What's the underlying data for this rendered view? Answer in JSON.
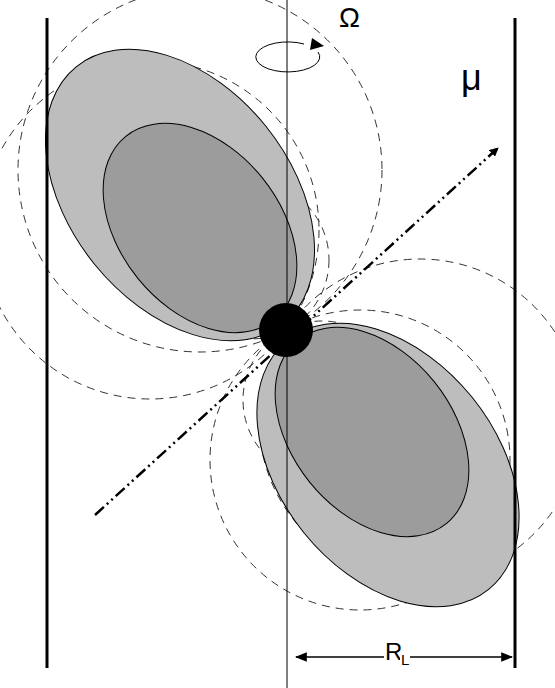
{
  "diagram": {
    "labels": [
      "Ω",
      "μ",
      "R",
      "L"
    ]
  }
}
